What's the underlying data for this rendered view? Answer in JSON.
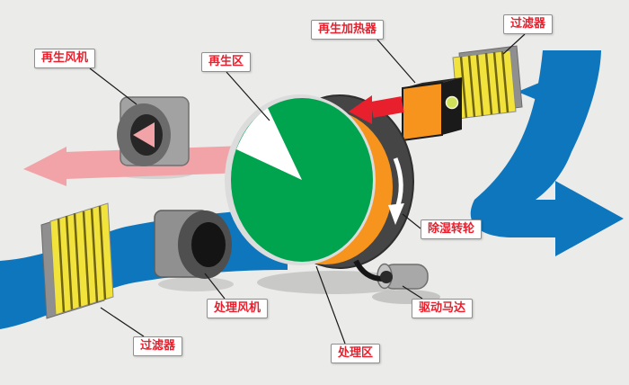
{
  "diagram": {
    "labels": {
      "regen_fan": "再生风机",
      "regen_zone": "再生区",
      "regen_heater": "再生加热器",
      "filter_top": "过滤器",
      "desiccant_wheel": "除湿转轮",
      "drive_motor": "驱动马达",
      "process_fan": "处理风机",
      "filter_bottom": "过滤器",
      "process_zone": "处理区"
    },
    "colors": {
      "background": "#ebebe9",
      "process_air_blue": "#0e76bc",
      "regen_exhaust_pink": "#f2a3a8",
      "hot_air_red": "#e8202d",
      "wheel_green": "#00a34e",
      "wheel_desiccant_orange": "#f7941d",
      "filter_yellow": "#f2e23c",
      "heater_orange": "#f7941d",
      "label_text_red": "#e8202d",
      "metal_gray": "#9a9a9a"
    }
  }
}
